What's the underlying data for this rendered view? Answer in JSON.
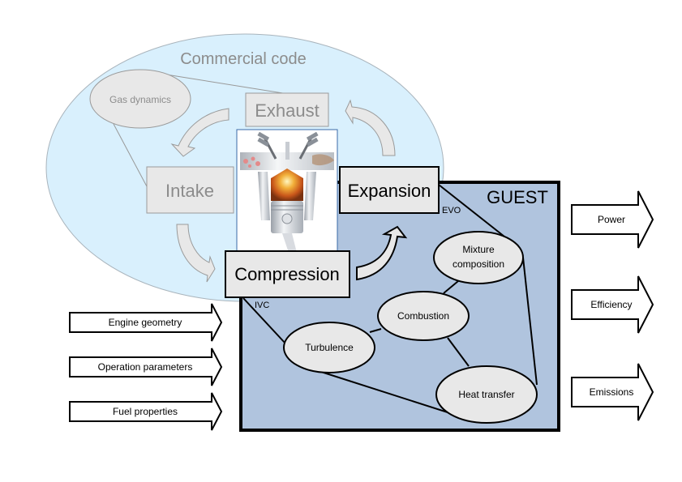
{
  "commercial": {
    "title": "Commercial code",
    "gas_dynamics": "Gas dynamics",
    "exhaust": "Exhaust",
    "intake": "Intake"
  },
  "cycle": {
    "compression": "Compression",
    "expansion": "Expansion"
  },
  "guest": {
    "title": "GUEST",
    "evo_label": "EVO",
    "ivc_label": "IVC",
    "submodels": {
      "mixture_line1": "Mixture",
      "mixture_line2": "composition",
      "combustion": "Combustion",
      "turbulence": "Turbulence",
      "heat_transfer": "Heat transfer"
    }
  },
  "inputs": [
    "Engine geometry",
    "Operation parameters",
    "Fuel properties"
  ],
  "outputs": [
    "Power",
    "Efficiency",
    "Emissions"
  ],
  "image": {
    "description": "engine-cylinder-cutaway"
  },
  "colors": {
    "commercial_fill": "#d9f0fd",
    "guest_fill": "#b0c4de",
    "box_fill": "#e8e8e8",
    "gray_text": "#8c8c8c"
  }
}
